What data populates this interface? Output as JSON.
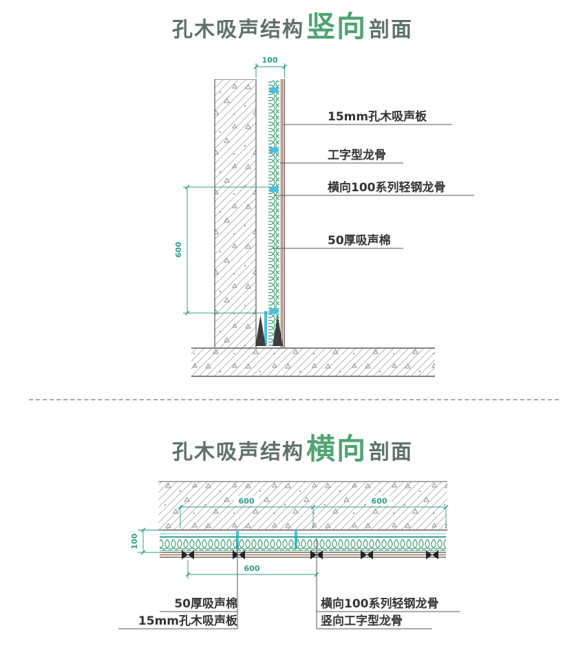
{
  "colors": {
    "title_regular": "#5d7265",
    "title_emphasis": "#4fa571",
    "label_text": "#333333",
    "dimension_green": "#2e9d8a",
    "leader_line": "#555555",
    "hatch_line": "#b5b5b5",
    "coil_green": "#3f9d72",
    "keel_cyan": "#49c0e0",
    "panel_brown": "#a0522d"
  },
  "vertical_section": {
    "title": {
      "prefix": "孔木吸声结构",
      "emphasis": "竖向",
      "suffix": "剖面"
    },
    "dimensions": {
      "panel_system_thickness": "100",
      "keel_spacing": "600"
    },
    "callouts": [
      "15mm孔木吸声板",
      "工字型龙骨",
      "横向100系列轻钢龙骨",
      "50厚吸声棉"
    ]
  },
  "horizontal_section": {
    "title": {
      "prefix": "孔木吸声结构",
      "emphasis": "横向",
      "suffix": "剖面"
    },
    "dimensions": {
      "top_span_1": "600",
      "top_span_2": "600",
      "system_thickness": "100",
      "bottom_span": "600"
    },
    "callouts_left": [
      "50厚吸声棉",
      "15mm孔木吸声板"
    ],
    "callouts_right": [
      "横向100系列轻钢龙骨",
      "竖向工字型龙骨"
    ]
  }
}
